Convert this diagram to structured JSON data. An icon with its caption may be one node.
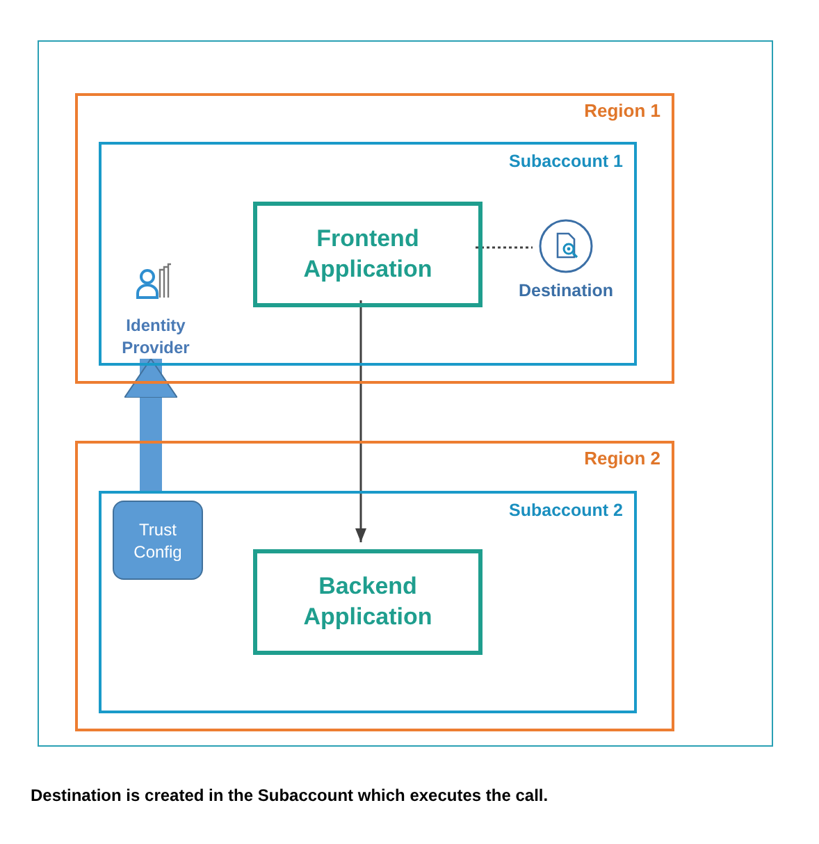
{
  "diagram": {
    "nodes": [
      {
        "text": [],
        "shape": "box"
      },
      {
        "text": [
          "Region 1"
        ],
        "in": 0
      },
      {
        "text": [
          "Subaccount 1"
        ],
        "in": 1
      },
      {
        "text": [
          "Frontend Application"
        ],
        "in": 2
      },
      {
        "text": [
          "Destination"
        ],
        "in": 2
      },
      {
        "text": [
          "Identity Provider"
        ],
        "in": 2
      },
      {
        "text": [
          "Region 2"
        ],
        "in": 0
      },
      {
        "text": [
          "Subaccount 2"
        ],
        "in": 6
      },
      {
        "text": [
          "Trust Config"
        ],
        "in": 7
      },
      {
        "text": [
          "Backend Application"
        ],
        "in": 7
      }
    ],
    "edges": [
      {
        "from": 3,
        "to": 4,
        "arrow": "none",
        "style": "dashed"
      },
      {
        "from": 3,
        "to": 9,
        "arrow": "to"
      },
      {
        "from": 8,
        "to": 5,
        "arrow": "to",
        "style": "thick",
        "color": "#5b9bd5"
      }
    ],
    "caption": "Destination is created in the Subaccount which executes the call."
  }
}
